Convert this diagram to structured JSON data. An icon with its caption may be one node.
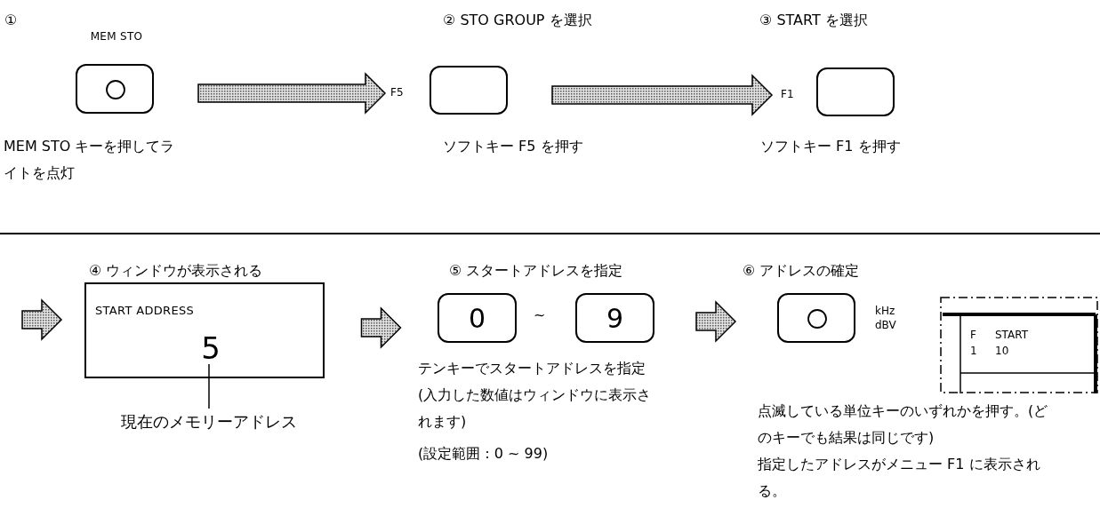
{
  "diagram": {
    "nodes": [
      {
        "text": [
          "MEM STO"
        ]
      },
      {
        "text": [],
        "shape": "box",
        "beside": [
          "F5"
        ]
      },
      {
        "text": [],
        "shape": "box",
        "beside": [
          "F1"
        ]
      },
      {
        "text": [
          "START ADDRESS"
        ]
      },
      {
        "text": [
          "5"
        ],
        "in": 3
      },
      {
        "text": [
          "現在のメモリーアドレス"
        ]
      },
      {
        "text": [
          "0"
        ]
      },
      {
        "text": [
          "9"
        ]
      },
      {
        "text": [],
        "shape": "box",
        "beside": [
          "kHz dBV"
        ]
      },
      {
        "text": [
          "F 1",
          "START 10"
        ]
      }
    ],
    "edges": [
      {
        "from": 0,
        "to": 1,
        "arrow": "to"
      },
      {
        "from": 1,
        "to": 2,
        "arrow": "to"
      },
      {
        "from": null,
        "to": 3,
        "arrow": "to"
      },
      {
        "from": 3,
        "to": 6,
        "arrow": "to"
      },
      {
        "from": 7,
        "to": 8,
        "arrow": "to"
      },
      {
        "from": 5,
        "to": 4,
        "arrow": "none"
      }
    ],
    "labels": [
      "①",
      "② STO GROUP を選択",
      "③ START を選択",
      "MEM STO キーを押してライトを点灯",
      "ソフトキー F5 を押す",
      "ソフトキー F1 を押す",
      "④ ウィンドウが表示される",
      "⑤ スタートアドレスを指定",
      "⑥ アドレスの確定",
      "~",
      "テンキーでスタートアドレスを指定 (入力した数値はウィンドウに表示されます)",
      "(設定範囲 : 0 ~ 99)",
      "点滅している単位キーのいずれかを押す。(どのキーでも結果は同じです)",
      "指定したアドレスがメニュー F1 に表示される。"
    ]
  }
}
